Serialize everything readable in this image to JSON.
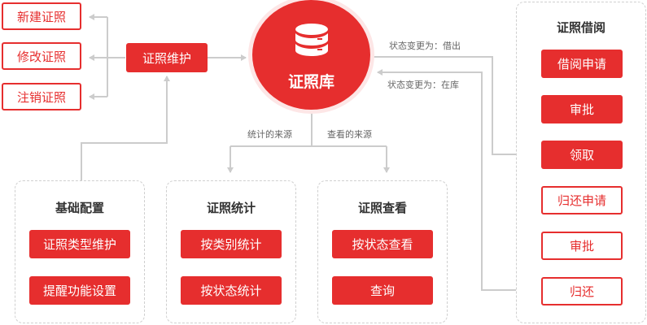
{
  "colors": {
    "accent": "#e62e2e",
    "connector": "#cccccc",
    "panel_border": "#cfcfcf"
  },
  "top_left": {
    "items": [
      "新建证照",
      "修改证照",
      "注销证照"
    ],
    "maintain_label": "证照维护"
  },
  "hub": {
    "label": "证照库",
    "icon": "database-icon"
  },
  "status_notes": {
    "borrowed": "状态变更为：借出",
    "in_stock": "状态变更为：在库"
  },
  "sources": {
    "stats_source": "统计的来源",
    "view_source": "查看的来源"
  },
  "panels": {
    "basic": {
      "title": "基础配置",
      "buttons": [
        "证照类型维护",
        "提醒功能设置"
      ]
    },
    "stats": {
      "title": "证照统计",
      "buttons": [
        "按类别统计",
        "按状态统计"
      ]
    },
    "view": {
      "title": "证照查看",
      "buttons": [
        "按状态查看",
        "查询"
      ]
    },
    "borrow": {
      "title": "证照借阅",
      "steps": [
        "借阅申请",
        "审批",
        "领取",
        "归还申请",
        "审批",
        "归还"
      ]
    }
  }
}
